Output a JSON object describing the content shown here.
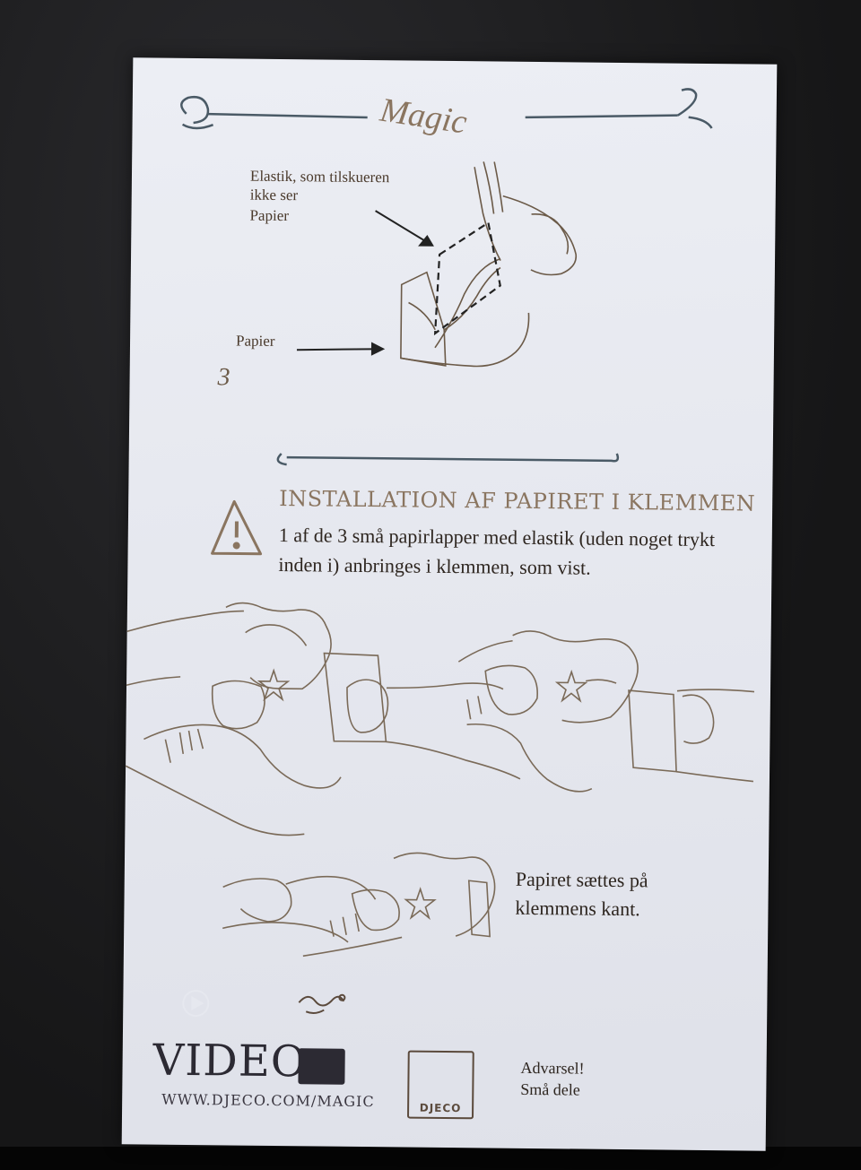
{
  "header": {
    "title": "Magic"
  },
  "diagram": {
    "label_elastic": "Elastik, som tilskueren ikke ser",
    "label_paper_top": "Papier",
    "label_paper_side": "Papier",
    "step_number": "3"
  },
  "section": {
    "title": "INSTALLATION AF PAPIRET I KLEMMEN",
    "instruction": "1 af de 3 små papirlapper med elastik (uden noget trykt inden i) anbringes i klemmen, som vist.",
    "caption": "Papiret sættes på klemmens kant."
  },
  "footer": {
    "video_label": "VIDEO",
    "video_url": "WWW.DJECO.COM/MAGIC",
    "brand": "DJECO",
    "warning_title": "Advarsel!",
    "warning_text": "Små dele"
  },
  "colors": {
    "card": "#e6e8ef",
    "ink_brown": "#8a7560",
    "ink_dark": "#2e2620",
    "ornament": "#4a5a66"
  }
}
